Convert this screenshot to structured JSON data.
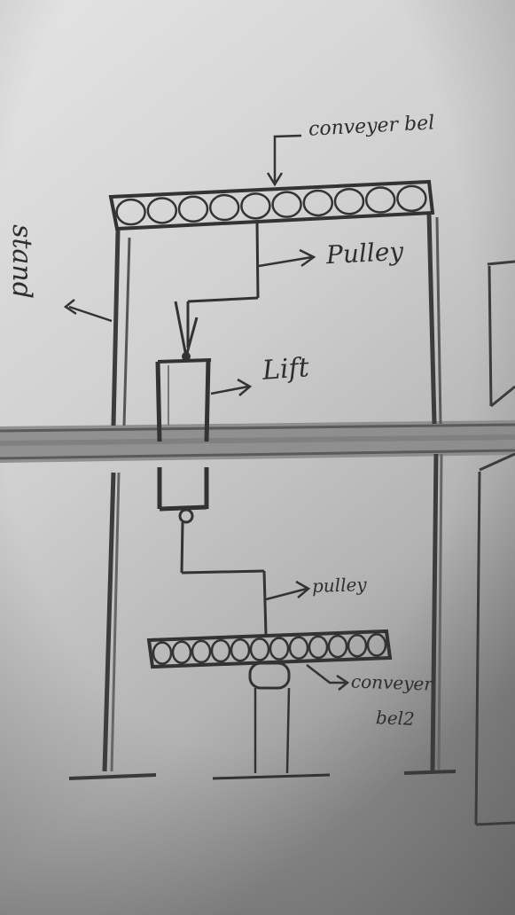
{
  "labels": {
    "stand": "stand",
    "conveyor_top": "conveyer bel",
    "pulley_top": "Pulley",
    "lift": "Lift",
    "pulley_bottom": "pulley",
    "conveyor_bottom_line1": "conveyer",
    "conveyor_bottom_line2": "bel2"
  },
  "colors": {
    "paper_light": "#dedede",
    "paper_dark": "#8d8d8d",
    "pencil": "#3a3a3a",
    "pencil_soft": "#5e5e5e"
  }
}
